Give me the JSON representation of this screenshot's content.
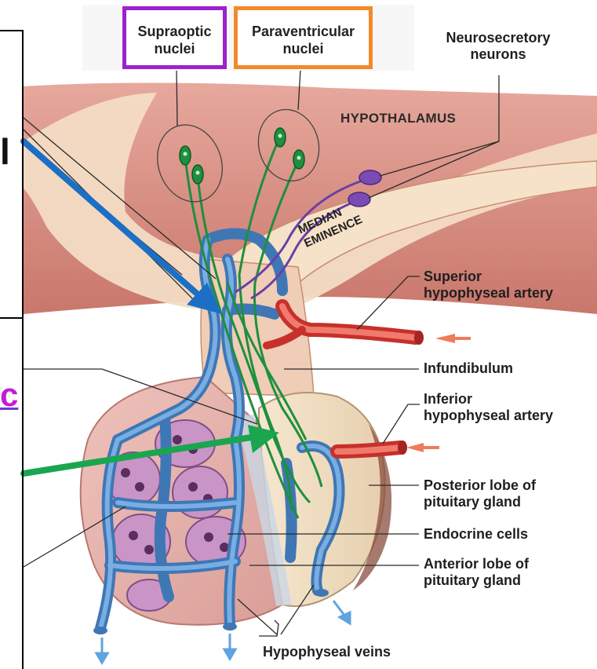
{
  "diagram": {
    "highlight_boxes": {
      "supraoptic": {
        "line1": "Supraoptic",
        "line2": "nuclei"
      },
      "paraventricular": {
        "line1": "Paraventricular",
        "line2": "nuclei"
      }
    },
    "labels": {
      "neurosecretory": {
        "line1": "Neurosecretory",
        "line2": "neurons"
      },
      "hypothalamus": "HYPOTHALAMUS",
      "median_eminence": {
        "line1": "MEDIAN",
        "line2": "EMINENCE"
      },
      "superior_artery": {
        "line1": "Superior",
        "line2": "hypophyseal artery"
      },
      "infundibulum": "Infundibulum",
      "inferior_artery": {
        "line1": "Inferior",
        "line2": "hypophyseal artery"
      },
      "posterior_lobe": {
        "line1": "Posterior lobe of",
        "line2": "pituitary gland"
      },
      "endocrine_cells": "Endocrine cells",
      "anterior_lobe": {
        "line1": "Anterior lobe of",
        "line2": "pituitary gland"
      },
      "hypophyseal_veins": "Hypophyseal veins"
    },
    "cut_text": {
      "upper_letter": "l",
      "lower_letter": "c"
    },
    "colors": {
      "supraoptic_box": "#9b22cc",
      "paraventricular_box": "#f28a2b",
      "blue_arrow": "#1b6fc4",
      "green_arrow": "#1aa64f",
      "artery": "#e0413f",
      "vessel": "#5b9bd8",
      "neuron_green": "#1f8f3d",
      "neuron_purple": "#7b4bb5",
      "tissue": "#e8b2ad",
      "hypothalamus": "#d98c80"
    }
  }
}
